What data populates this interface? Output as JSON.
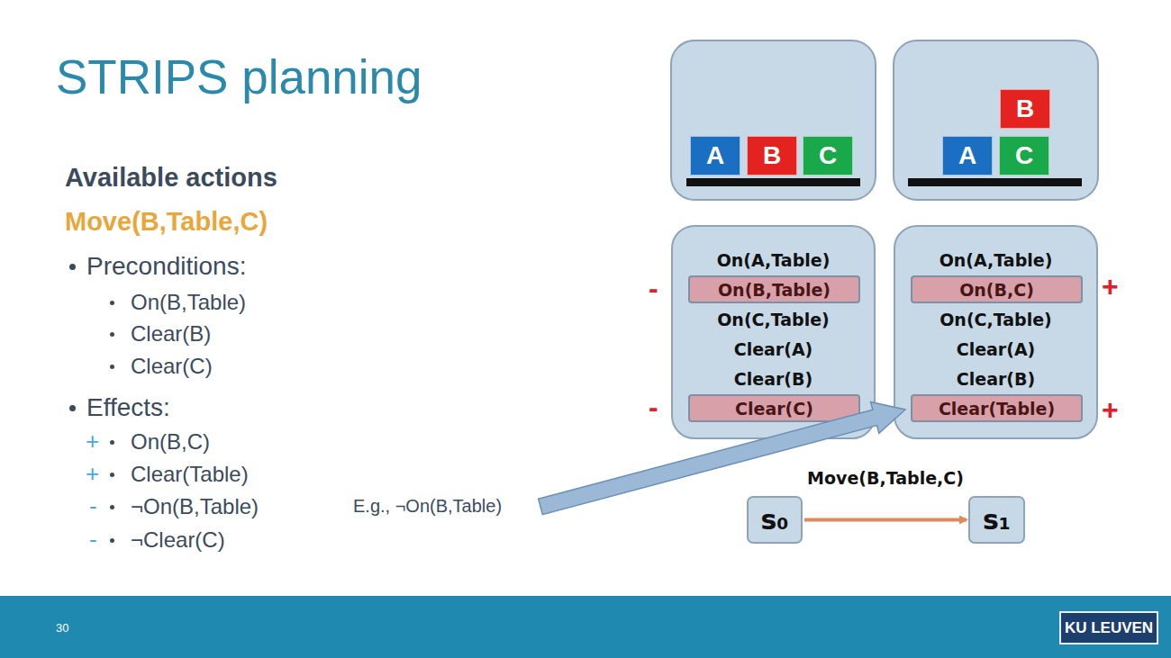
{
  "diagram": {
    "title": "STRIPS planning",
    "nodes": [
      {
        "text": [
          "A"
        ]
      },
      {
        "text": [
          "B"
        ]
      },
      {
        "text": [
          "C"
        ]
      },
      {
        "text": [
          "B"
        ]
      },
      {
        "text": [
          "A"
        ]
      },
      {
        "text": [
          "C"
        ]
      },
      {
        "text": [
          "On(A,Table)",
          "On(C,Table)",
          "Clear(A)",
          "Clear(B)"
        ]
      },
      {
        "text": [
          "On(B,Table)"
        ],
        "in": 6
      },
      {
        "text": [
          "Clear(C)"
        ],
        "in": 6
      },
      {
        "text": [
          "On(A,Table)",
          "On(C,Table)",
          "Clear(A)",
          "Clear(B)"
        ]
      },
      {
        "text": [
          "On(B,C)"
        ],
        "in": 9
      },
      {
        "text": [
          "Clear(Table)"
        ],
        "in": 9
      },
      {
        "text": [
          "s₀"
        ]
      },
      {
        "text": [
          "s₁"
        ]
      }
    ],
    "edges": [
      {
        "from": 12,
        "to": 13,
        "arrow": "to",
        "label": "Move(B,Table,C)"
      }
    ],
    "labels": [
      "Available actions",
      "Move(B,Table,C)",
      "Preconditions:",
      "On(B,Table)",
      "Clear(B)",
      "Clear(C)",
      "Effects:",
      "+",
      "On(B,C)",
      "+",
      "Clear(Table)",
      "-",
      "¬On(B,Table)",
      "-",
      "¬Clear(C)",
      "E.g., ¬On(B,Table)",
      "-",
      "+",
      "-",
      "+",
      "30",
      "KU LEUVEN"
    ]
  }
}
